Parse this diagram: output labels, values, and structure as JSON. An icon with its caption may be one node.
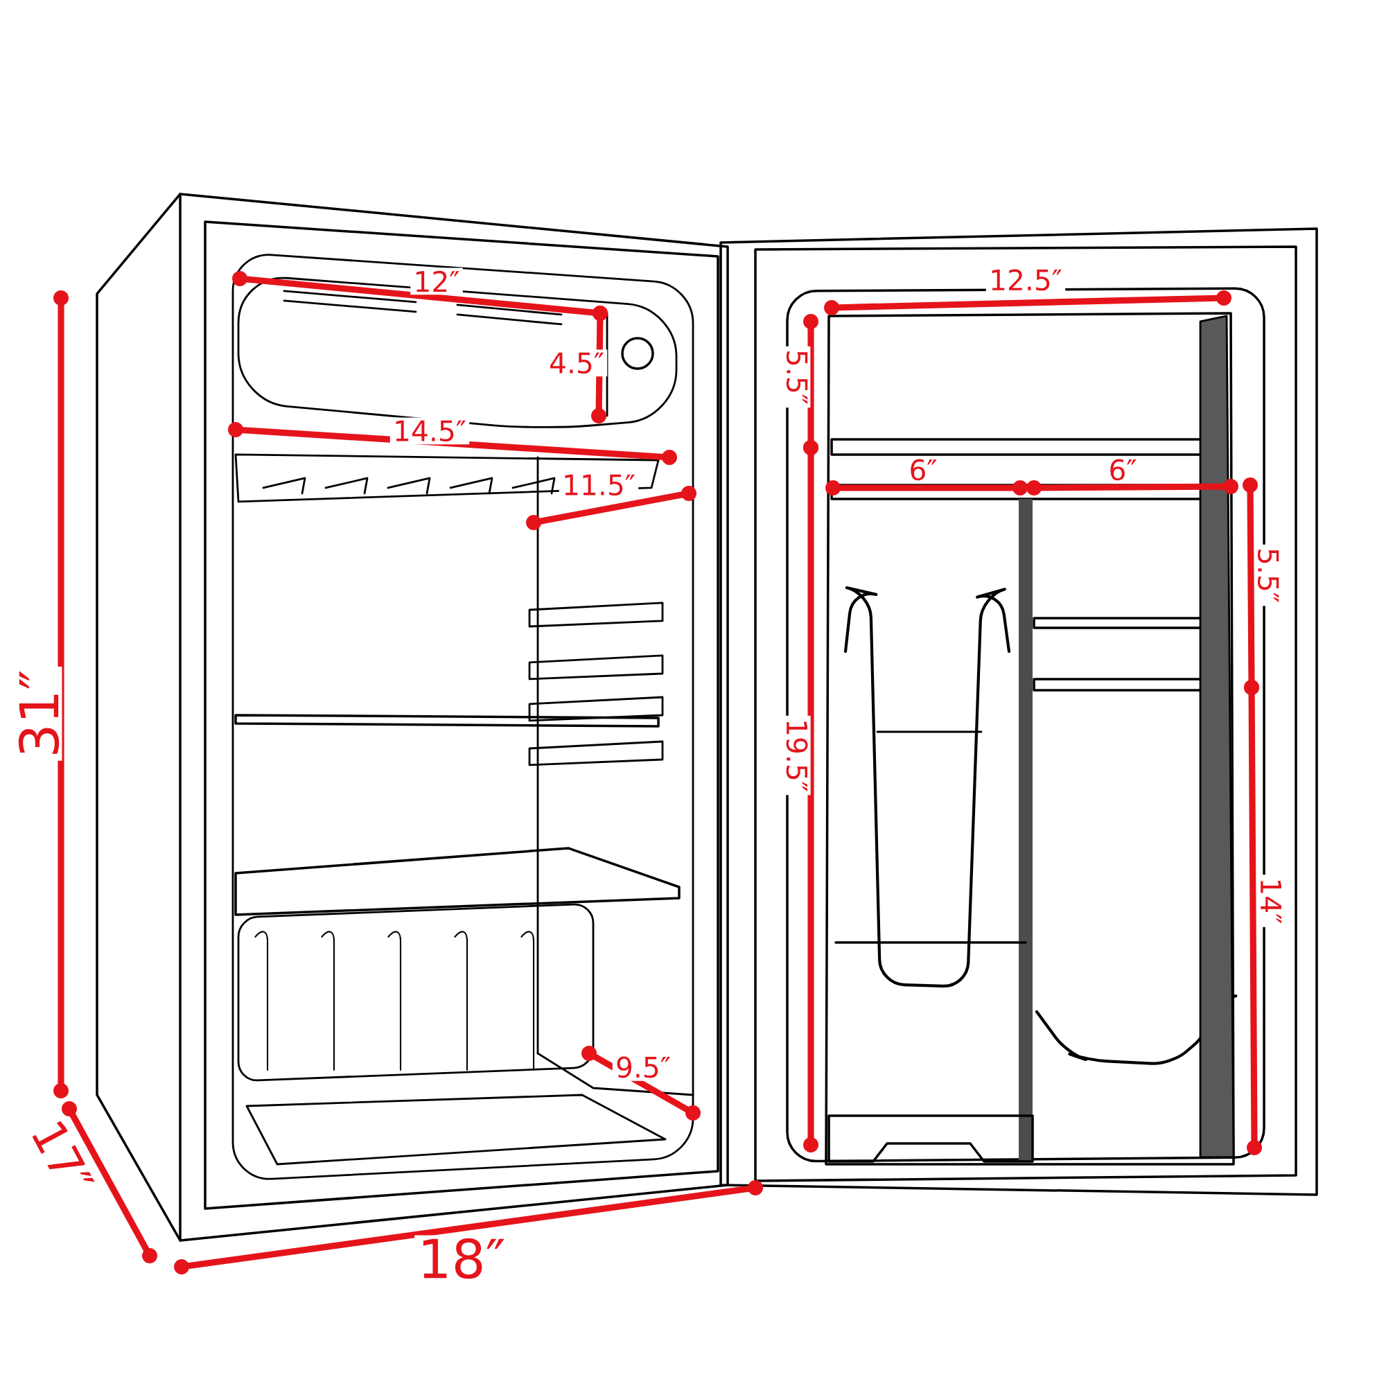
{
  "diagram": {
    "labels": [
      "12″",
      "12.5″",
      "4.5″",
      "5.5″",
      "14.5″",
      "6″",
      "6″",
      "11.5″",
      "5.5″",
      "31″",
      "19.5″",
      "14″",
      "9.5″",
      "17″",
      "18″"
    ]
  }
}
